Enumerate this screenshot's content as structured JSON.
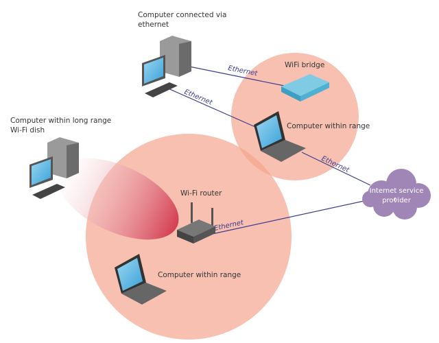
{
  "labels": {
    "ethernet_computer": [
      "Computer connected via",
      "ethernet"
    ],
    "wifi_bridge": "WiFi bridge",
    "laptop_bridge": "Computer within range",
    "long_range": [
      "Computer within long range",
      "Wi-Fi dish"
    ],
    "router": "Wi-Fi router",
    "laptop_router": "Computer within range",
    "isp": [
      "Internet service",
      "provider"
    ]
  },
  "links": [
    {
      "from": "ethernet-computer",
      "to": "wifi-bridge",
      "label": "Ethernet"
    },
    {
      "from": "ethernet-computer",
      "to": "laptop-bridge",
      "label": "Ethernet"
    },
    {
      "from": "laptop-bridge",
      "to": "isp-cloud",
      "label": "Ethernet"
    },
    {
      "from": "wifi-router",
      "to": "isp-cloud",
      "label": "Ethernet"
    }
  ],
  "colors": {
    "coverage": "#f4a58e",
    "beam": "#d2354c",
    "link": "#3b3b8f",
    "cloud": "#a086b6",
    "screen": "#5bb6e4",
    "bridge": "#6fc0dc"
  }
}
